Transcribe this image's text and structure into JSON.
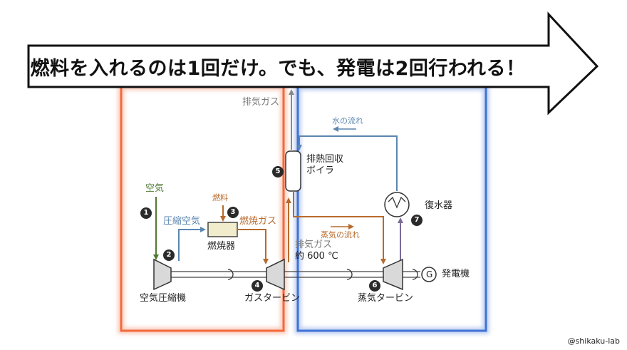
{
  "headline": "燃料を入れるのは1回だけ。でも、発電は2回行われる！",
  "labels": {
    "exhaust_top": "排気ガス",
    "water_flow": "水の流れ",
    "hrsg_line1": "排熱回収",
    "hrsg_line2": "ボイラ",
    "air": "空気",
    "fuel": "燃料",
    "compressed_air": "圧縮空気",
    "combustion_gas": "燃焼ガス",
    "combustor": "燃焼器",
    "exhaust_mid": "排気ガス",
    "exhaust_temp": "約 600 ℃",
    "steam_flow": "蒸気の流れ",
    "condenser": "復水器",
    "generator_symbol": "G",
    "generator": "発電機",
    "compressor": "空気圧縮機",
    "gas_turbine": "ガスタービン",
    "steam_turbine": "蒸気タービン"
  },
  "steps": [
    "1",
    "2",
    "3",
    "4",
    "5",
    "6",
    "7"
  ],
  "credit": "@shikaku-lab",
  "colors": {
    "orange_glow": "#f26a3c",
    "blue_glow": "#3f72d6",
    "air_green": "#4e7a32",
    "fuel_orange": "#b86a2c",
    "water_blue": "#5b86b0",
    "exhaust_grey": "#888888"
  }
}
